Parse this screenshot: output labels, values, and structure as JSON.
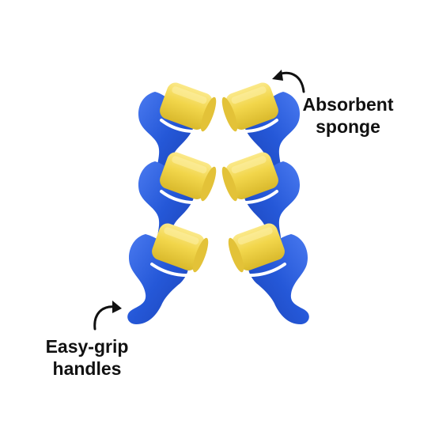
{
  "colors": {
    "handle": "#2558d8",
    "handle_shade": "#1c44b8",
    "handle_light": "#4a7af0",
    "sponge": "#f2d64b",
    "sponge_shade": "#d9b92c",
    "sponge_light": "#fbe98a",
    "frame": "#ffffff",
    "text": "#111111"
  },
  "labels": {
    "absorbent_line1": "Absorbent",
    "absorbent_line2": "sponge",
    "easygrip_line1": "Easy-grip",
    "easygrip_line2": "handles"
  },
  "icons": {
    "arrow_top": "curved-arrow-icon",
    "arrow_bottom": "curved-arrow-icon"
  },
  "rollers": {
    "left_column_count": 3,
    "right_column_count": 3
  }
}
